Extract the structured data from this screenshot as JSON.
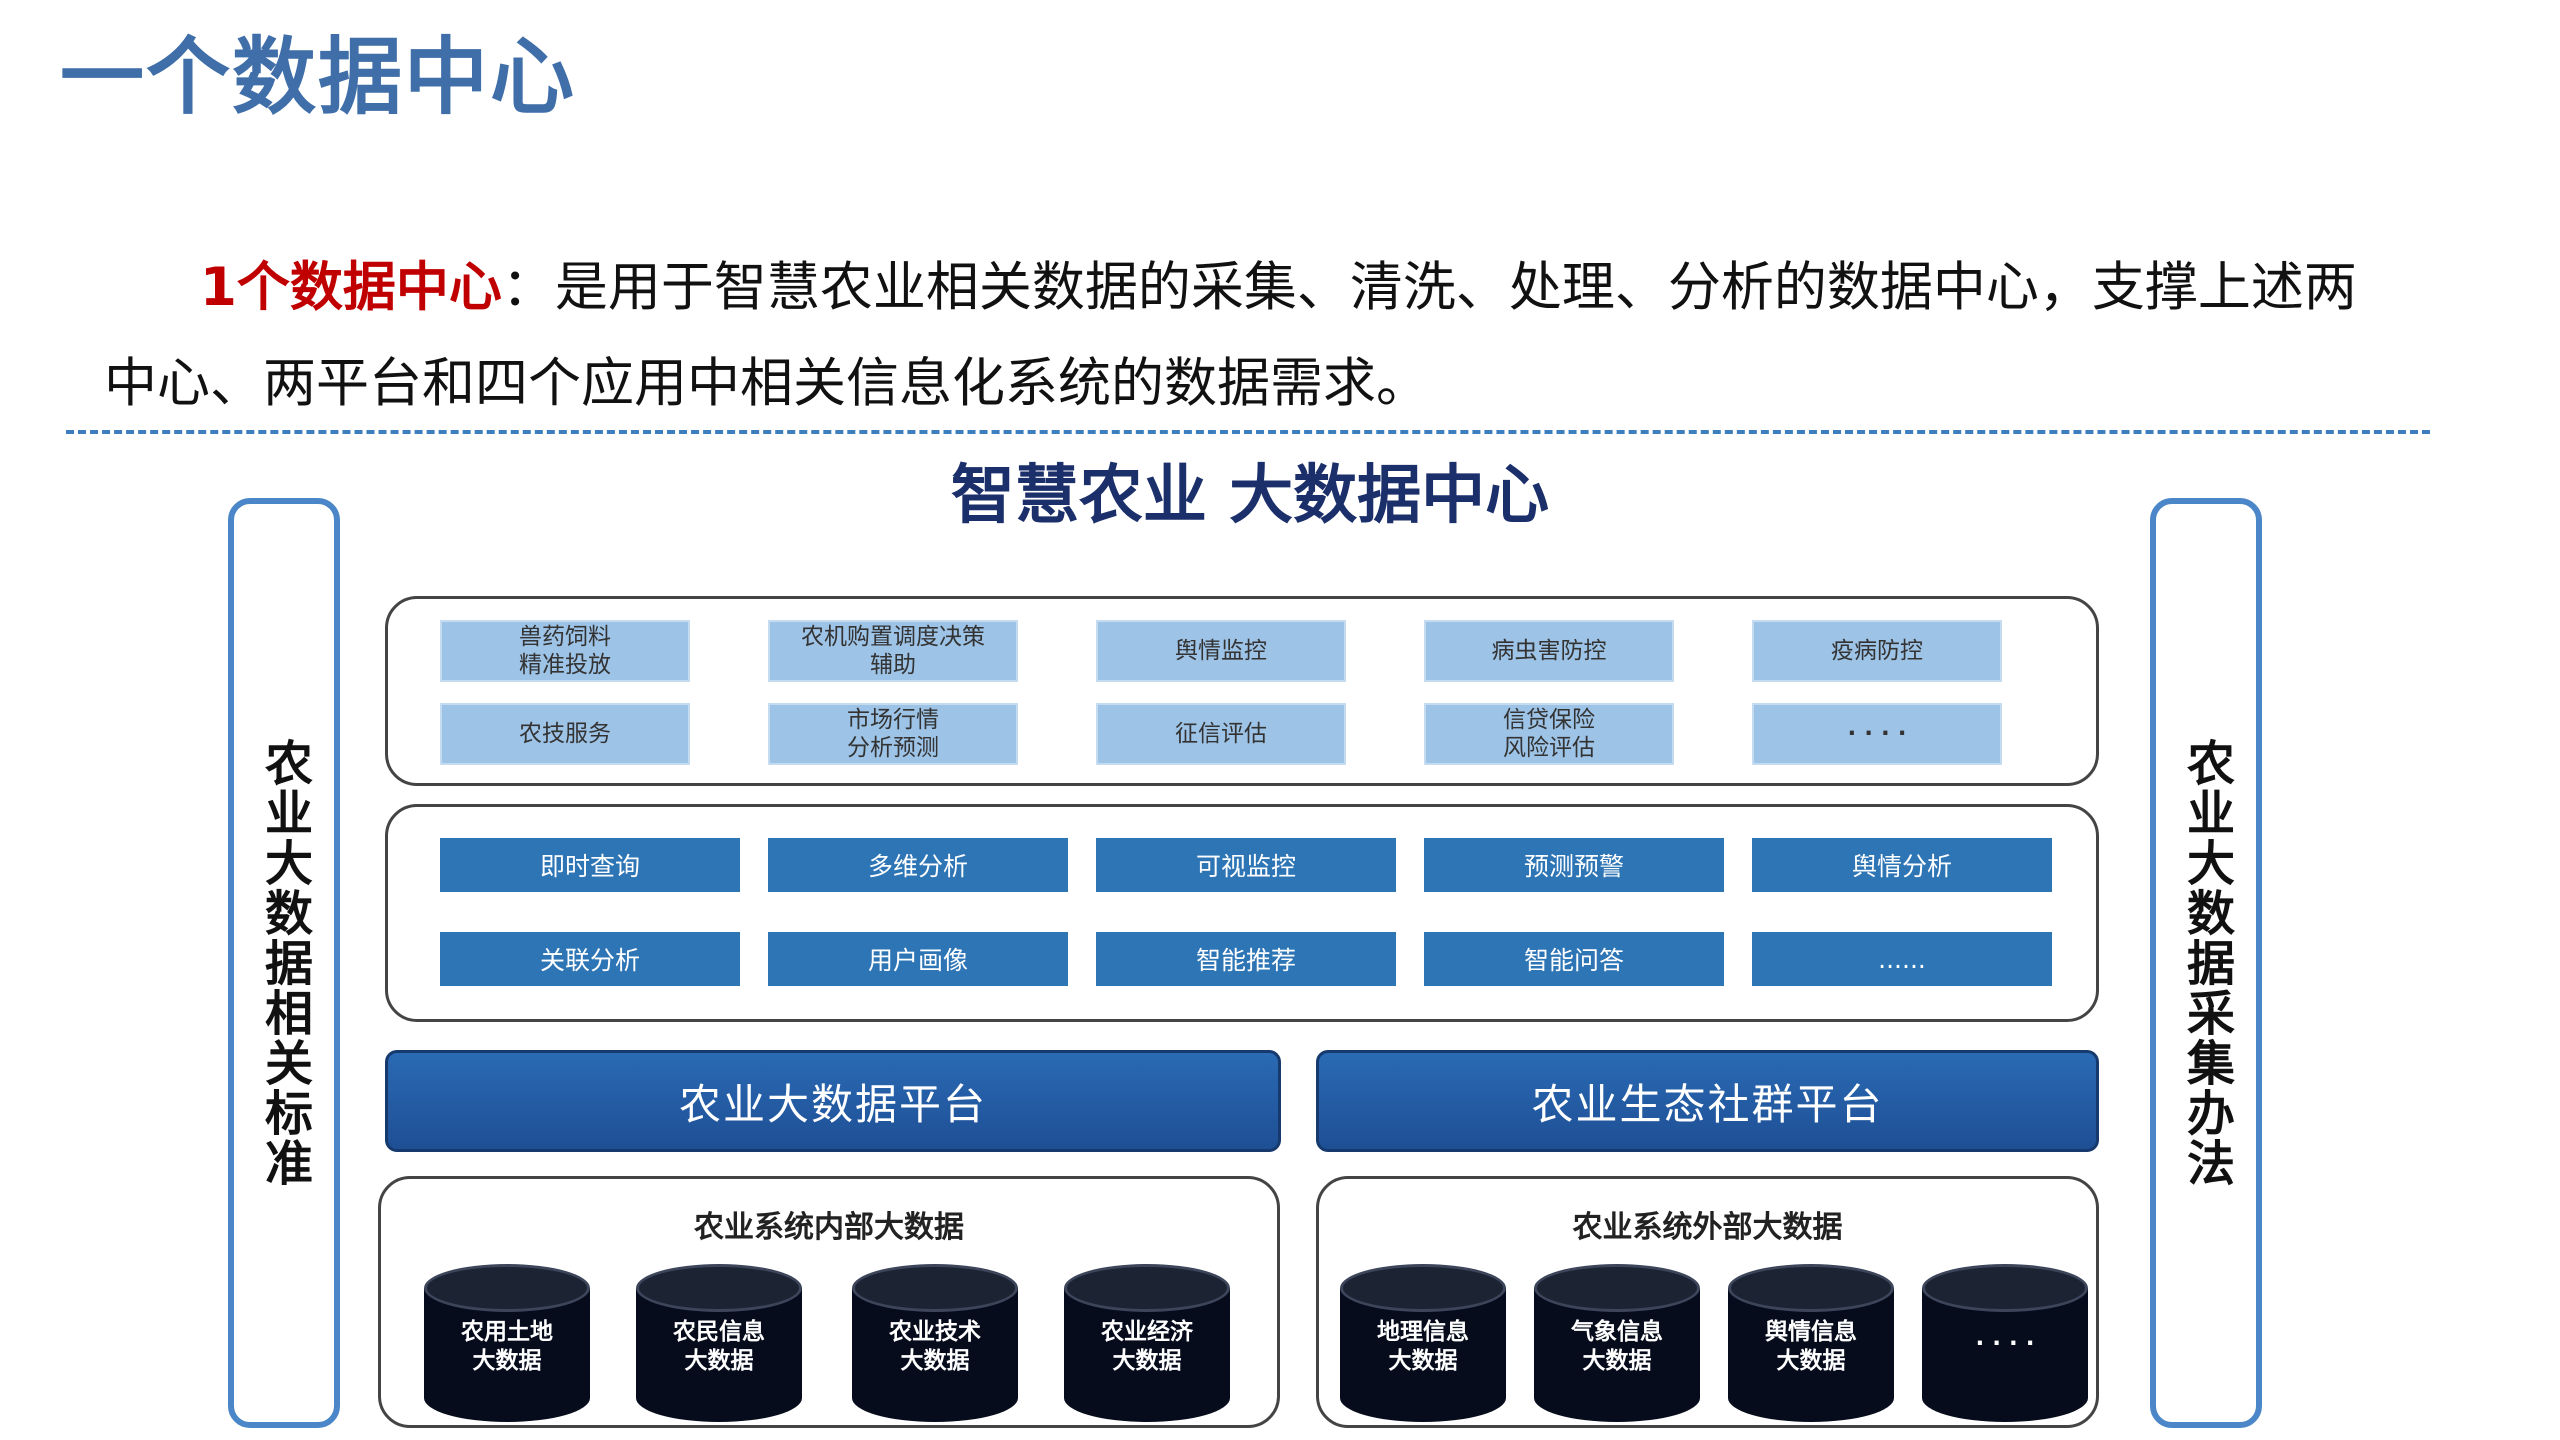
{
  "page_title": "一个数据中心",
  "intro": {
    "highlight": "1个数据中心",
    "line1_rest": "：是用于智慧农业相关数据的采集、清洗、处理、分析的数据中心，支撑上述两",
    "line2": "中心、两平台和四个应用中相关信息化系统的数据需求。"
  },
  "diagram": {
    "title": "智慧农业 大数据中心",
    "left_side": "农业大数据相关标准",
    "right_side": "农业大数据采集办法",
    "applications": [
      [
        "兽药饲料",
        "精准投放"
      ],
      [
        "农机购置调度决策",
        "辅助"
      ],
      [
        "舆情监控"
      ],
      [
        "病虫害防控"
      ],
      [
        "疫病防控"
      ],
      [
        "农技服务"
      ],
      [
        "市场行情",
        "分析预测"
      ],
      [
        "征信评估"
      ],
      [
        "信贷保险",
        "风险评估"
      ],
      [
        "· · · ·"
      ]
    ],
    "functions": [
      "即时查询",
      "多维分析",
      "可视监控",
      "预测预警",
      "舆情分析",
      "关联分析",
      "用户画像",
      "智能推荐",
      "智能问答",
      "......"
    ],
    "platforms": [
      "农业大数据平台",
      "农业生态社群平台"
    ],
    "internal": {
      "title": "农业系统内部大数据",
      "items": [
        [
          "农用土地",
          "大数据"
        ],
        [
          "农民信息",
          "大数据"
        ],
        [
          "农业技术",
          "大数据"
        ],
        [
          "农业经济",
          "大数据"
        ]
      ]
    },
    "external": {
      "title": "农业系统外部大数据",
      "items": [
        [
          "地理信息",
          "大数据"
        ],
        [
          "气象信息",
          "大数据"
        ],
        [
          "舆情信息",
          "大数据"
        ],
        [
          "· · · ·"
        ]
      ]
    }
  },
  "colors": {
    "title_blue": "#3f6ea8",
    "highlight_red": "#c00000",
    "tile_light_blue": "#9dc3e6",
    "button_blue": "#2e75b6",
    "platform_navy": "#1e4f95",
    "cylinder_black": "#060c1c"
  }
}
